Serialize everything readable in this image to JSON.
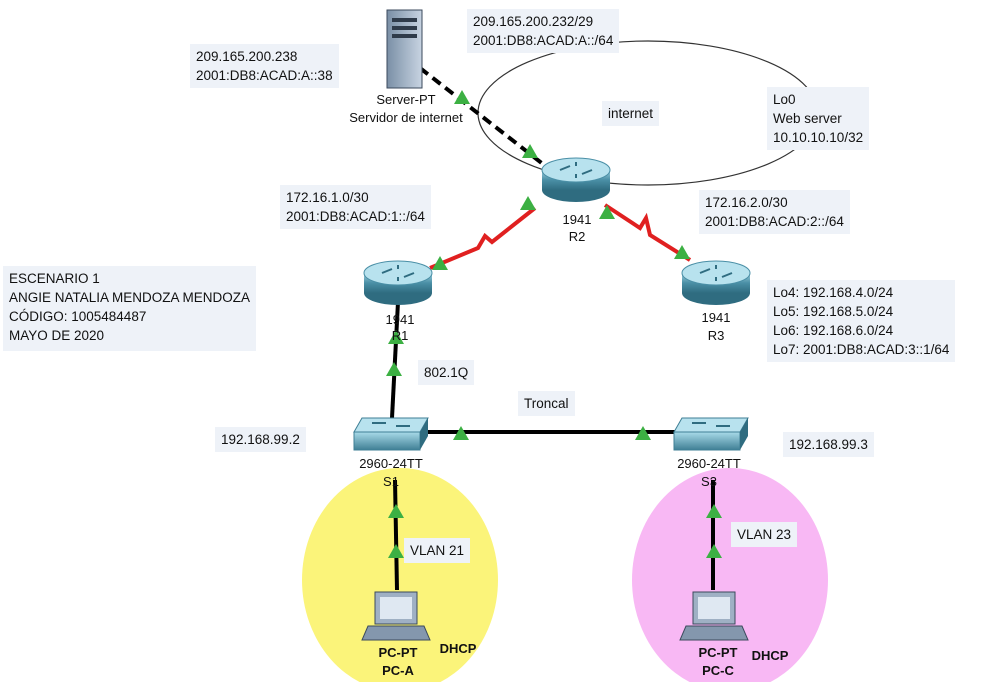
{
  "notes": {
    "server_addr": [
      "209.165.200.238",
      "2001:DB8:ACAD:A::38"
    ],
    "internet_net": [
      "209.165.200.232/29",
      "2001:DB8:ACAD:A::/64"
    ],
    "internet_label": "internet",
    "lo0": [
      "Lo0",
      "Web server",
      "10.10.10.10/32"
    ],
    "link_r1_r2": [
      "172.16.1.0/30",
      "2001:DB8:ACAD:1::/64"
    ],
    "link_r2_r3": [
      "172.16.2.0/30",
      "2001:DB8:ACAD:2::/64"
    ],
    "scenario": [
      "ESCENARIO 1",
      "ANGIE NATALIA MENDOZA MENDOZA",
      "CÓDIGO: 1005484487",
      "MAYO DE 2020"
    ],
    "r3_loopbacks": [
      "Lo4: 192.168.4.0/24",
      "Lo5: 192.168.5.0/24",
      "Lo6: 192.168.6.0/24",
      "Lo7: 2001:DB8:ACAD:3::1/64"
    ],
    "dot1q": "802.1Q",
    "trunk": "Troncal",
    "s1_ip": "192.168.99.2",
    "s3_ip": "192.168.99.3",
    "vlan21": "VLAN 21",
    "vlan23": "VLAN 23"
  },
  "devices": {
    "server": {
      "model": "Server-PT",
      "name": "Servidor de internet"
    },
    "r2": {
      "model": "1941",
      "name": "R2"
    },
    "r1": {
      "model": "1941",
      "name": "R1"
    },
    "r3": {
      "model": "1941",
      "name": "R3"
    },
    "s1": {
      "model": "2960-24TT",
      "name": "S1"
    },
    "s3": {
      "model": "2960-24TT",
      "name": "S3"
    },
    "pca": {
      "model": "PC-PT",
      "name": "PC-A",
      "addressing": "DHCP"
    },
    "pcc": {
      "model": "PC-PT",
      "name": "PC-C",
      "addressing": "DHCP"
    }
  },
  "colors": {
    "serial_link": "#e02020",
    "ethernet_link": "#000000",
    "link_up_marker": "#3cb043",
    "vlan21_area": "#fbf47a",
    "vlan23_area": "#f8b8f4",
    "note_bg": "#eef2f8",
    "router_body": "#4a8fa6",
    "switch_body": "#5a9ab0"
  }
}
